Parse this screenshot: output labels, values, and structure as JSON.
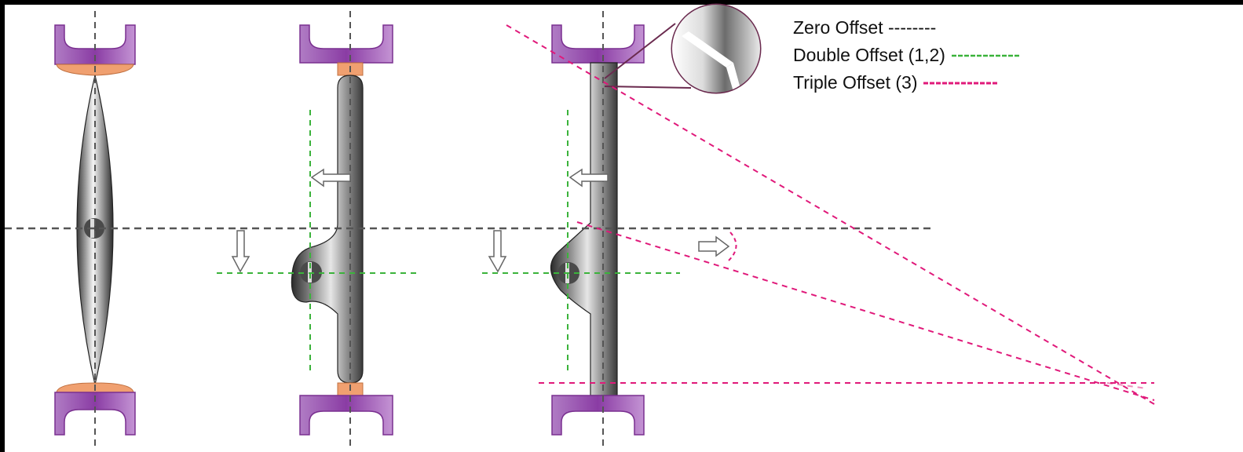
{
  "legend": {
    "zero": {
      "label": "Zero Offset --------",
      "color": "#555555"
    },
    "double": {
      "label": "Double Offset (1,2)",
      "color": "#3bb33b"
    },
    "triple": {
      "label": "Triple Offset (3)",
      "color": "#e0197a"
    }
  },
  "colors": {
    "seat_purple": "#a066b4",
    "seat_purple_dark": "#7a3090",
    "seal_orange": "#f0a070",
    "centerline": "#555555"
  }
}
